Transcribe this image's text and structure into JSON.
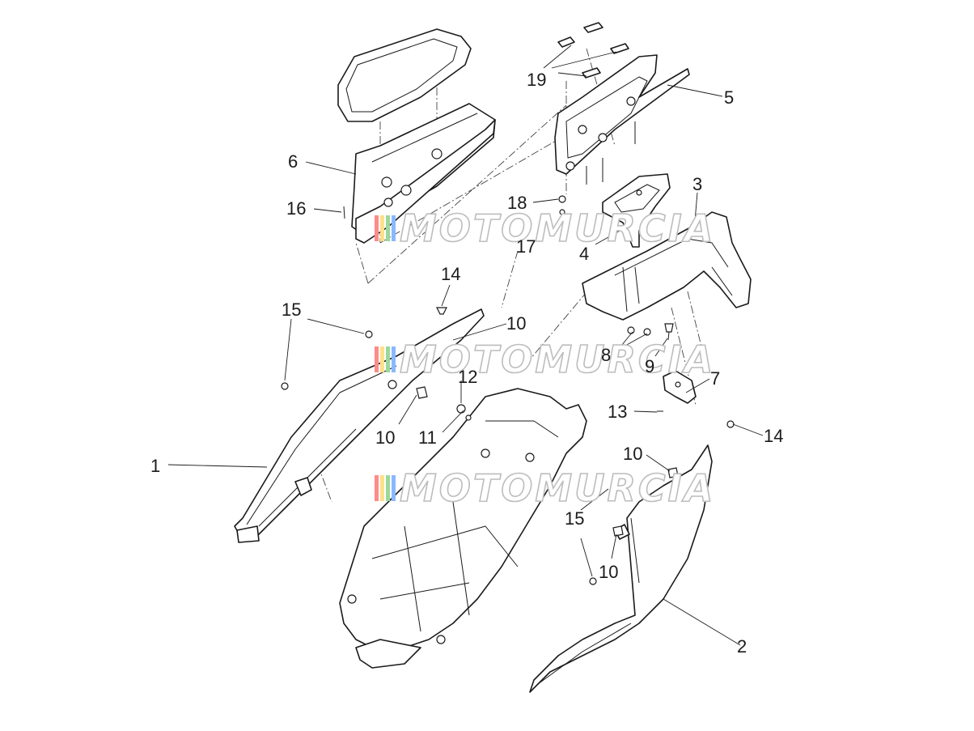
{
  "watermark": {
    "text": "MOTOMURCIA",
    "stripe_colors": [
      "#ff8a8a",
      "#ffe08a",
      "#9ad89a",
      "#8ab8ff"
    ]
  },
  "callouts": [
    {
      "id": "c1",
      "label": "1"
    },
    {
      "id": "c2",
      "label": "2"
    },
    {
      "id": "c3",
      "label": "3"
    },
    {
      "id": "c4",
      "label": "4"
    },
    {
      "id": "c5",
      "label": "5"
    },
    {
      "id": "c6",
      "label": "6"
    },
    {
      "id": "c7",
      "label": "7"
    },
    {
      "id": "c8",
      "label": "8"
    },
    {
      "id": "c9",
      "label": "9"
    },
    {
      "id": "c10a",
      "label": "10"
    },
    {
      "id": "c10b",
      "label": "10"
    },
    {
      "id": "c10c",
      "label": "10"
    },
    {
      "id": "c10d",
      "label": "10"
    },
    {
      "id": "c11",
      "label": "11"
    },
    {
      "id": "c12",
      "label": "12"
    },
    {
      "id": "c13",
      "label": "13"
    },
    {
      "id": "c14a",
      "label": "14"
    },
    {
      "id": "c14b",
      "label": "14"
    },
    {
      "id": "c15a",
      "label": "15"
    },
    {
      "id": "c15b",
      "label": "15"
    },
    {
      "id": "c16",
      "label": "16"
    },
    {
      "id": "c17",
      "label": "17"
    },
    {
      "id": "c18",
      "label": "18"
    },
    {
      "id": "c19",
      "label": "19"
    }
  ]
}
